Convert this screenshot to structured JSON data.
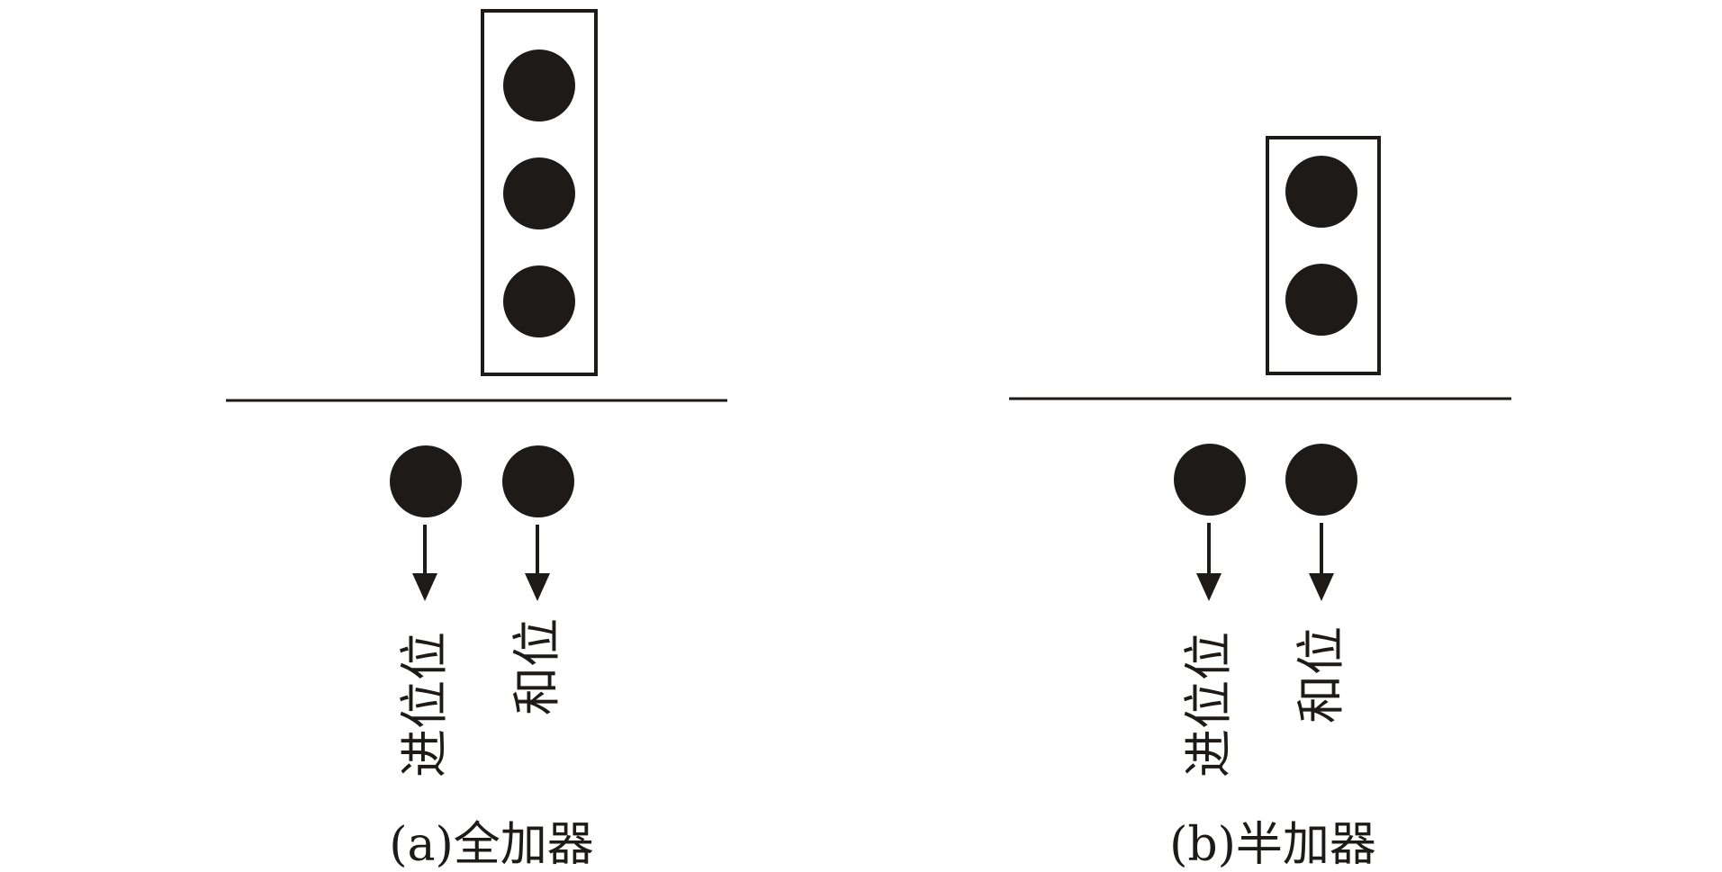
{
  "colors": {
    "ink": "#1d1a17"
  },
  "panels": [
    {
      "id": "a",
      "caption": "(a)全加器",
      "input_bits": 3,
      "outputs": [
        "进位位",
        "和位"
      ]
    },
    {
      "id": "b",
      "caption": "(b)半加器",
      "input_bits": 2,
      "outputs": [
        "进位位",
        "和位"
      ]
    }
  ]
}
